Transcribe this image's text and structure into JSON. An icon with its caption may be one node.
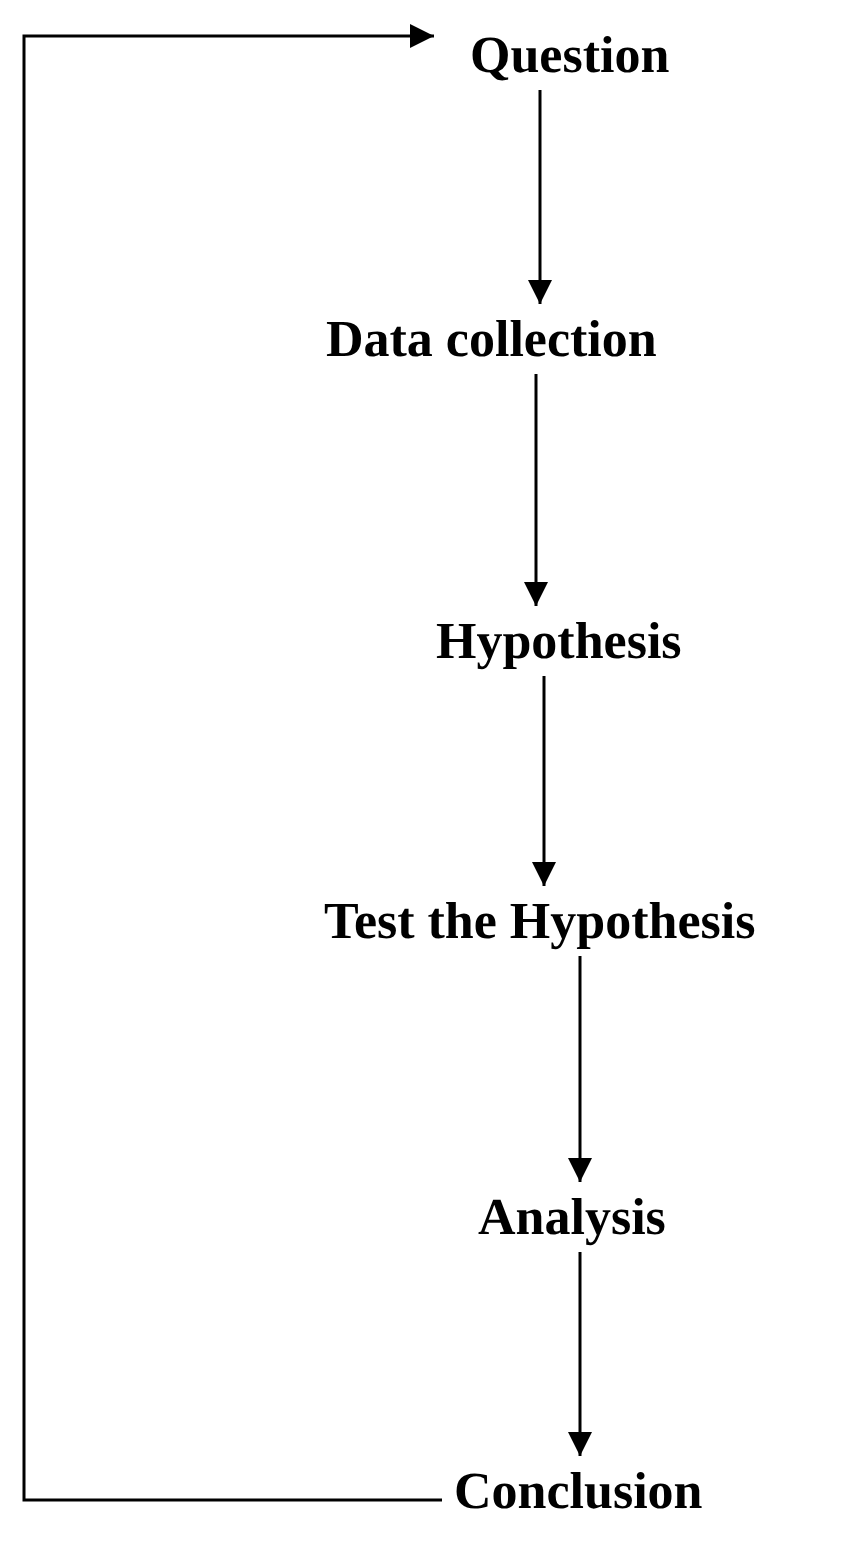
{
  "diagram": {
    "nodes": [
      {
        "text": [
          "Question"
        ]
      },
      {
        "text": [
          "Data collection"
        ]
      },
      {
        "text": [
          "Hypothesis"
        ]
      },
      {
        "text": [
          "Test the Hypothesis"
        ]
      },
      {
        "text": [
          "Analysis"
        ]
      },
      {
        "text": [
          "Conclusion"
        ]
      }
    ],
    "edges": [
      {
        "from": 0,
        "to": 1,
        "arrow": "to"
      },
      {
        "from": 1,
        "to": 2,
        "arrow": "to"
      },
      {
        "from": 2,
        "to": 3,
        "arrow": "to"
      },
      {
        "from": 3,
        "to": 4,
        "arrow": "to"
      },
      {
        "from": 4,
        "to": 5,
        "arrow": "to"
      },
      {
        "from": 5,
        "to": 0,
        "arrow": "to"
      }
    ]
  }
}
